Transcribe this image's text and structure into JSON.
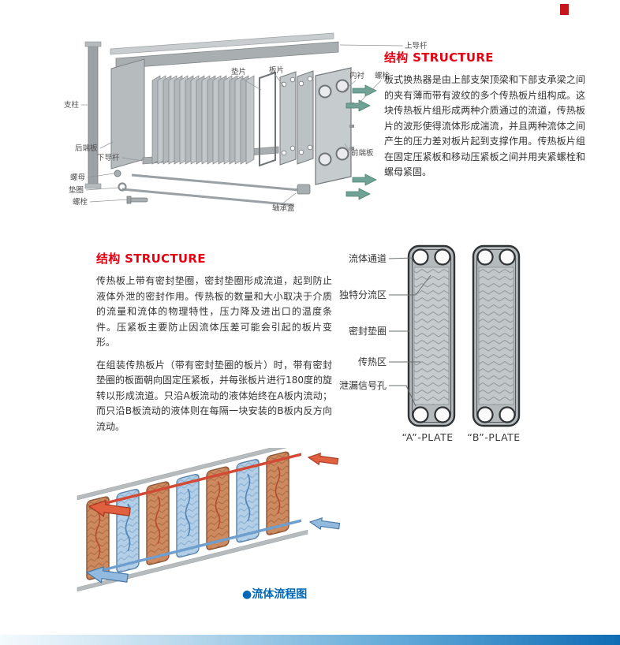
{
  "palette": {
    "heading_red": "#e60012",
    "caption_blue": "#0068b7",
    "corner_mark_red": "#c5161d"
  },
  "exploded": {
    "labels": {
      "upper_guide_bar": "上导杆",
      "gasket": "垫片",
      "plate": "板片",
      "liner": "内衬",
      "bolt_upper": "螺栓",
      "support_column": "支柱",
      "rear_end_plate": "后端板",
      "lower_guide_bar": "下导杆",
      "nut": "螺母",
      "washer": "垫圈",
      "bolt_lower": "螺栓",
      "bearing_box": "轴承盒",
      "front_end_plate": "前端板"
    }
  },
  "structure_top": {
    "heading": "结构 STRUCTURE",
    "body": "板式换热器是由上部支架顶梁和下部支承梁之间的夹有薄而带有波纹的多个传热板片组构成。这块传热板片组形成两种介质通过的流道，传热板片的波形使得流体形成湍流，并且两种流体之间产生的压力差对板片起到支撑作用。传热板片组在固定压紧板和移动压紧板之间并用夹紧螺栓和螺母紧固。"
  },
  "structure_mid": {
    "heading": "结构 STRUCTURE",
    "body1": "传热板上带有密封垫圈，密封垫圈形成流道，起到防止液体外泄的密封作用。传热板的数量和大小取决于介质的流量和流体的物理特性，压力降及进出口的温度条件。压紧板主要防止因流体压差可能会引起的板片变形。",
    "body2": "在组装传热板片（带有密封垫圈的板片）时，带有密封垫圈的板面朝向固定压紧板，并每张板片进行180度的旋转以形成流道。只沿A板流动的液体始终在A板内流动；而只沿B板流动的液体则在每隔一块安装的B板内反方向流动。"
  },
  "plate_figure": {
    "labels": {
      "fluid_channel": "流体通道",
      "distribution_zone": "独特分流区",
      "seal_gasket": "密封垫圈",
      "heat_transfer_zone": "传热区",
      "leak_signal_hole": "泄漏信号孔"
    },
    "caption_a": "“A”-PLATE",
    "caption_b": "“B”-PLATE"
  },
  "flow_figure": {
    "caption": "●流体流程图"
  }
}
